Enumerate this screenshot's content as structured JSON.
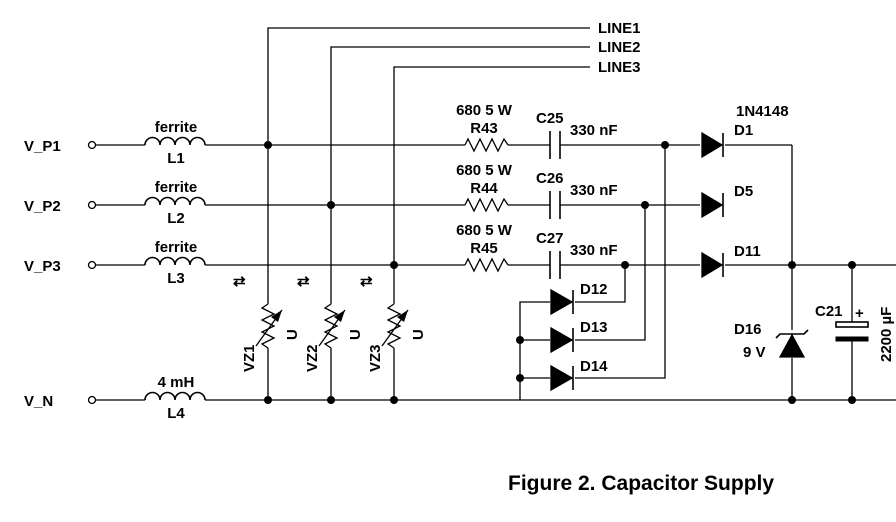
{
  "caption": "Figure 2. Capacitor Supply",
  "inputs": {
    "p1": "V_P1",
    "p2": "V_P2",
    "p3": "V_P3",
    "n": "V_N"
  },
  "lines": [
    "LINE1",
    "LINE2",
    "LINE3"
  ],
  "inductors": [
    {
      "ref": "L1",
      "value": "ferrite"
    },
    {
      "ref": "L2",
      "value": "ferrite"
    },
    {
      "ref": "L3",
      "value": "ferrite"
    },
    {
      "ref": "L4",
      "value": "4 mH"
    }
  ],
  "varistors": [
    {
      "ref": "VZ1",
      "symbol": "U"
    },
    {
      "ref": "VZ2",
      "symbol": "U"
    },
    {
      "ref": "VZ3",
      "symbol": "U"
    }
  ],
  "resistors": [
    {
      "ref": "R43",
      "value": "680 5 W"
    },
    {
      "ref": "R44",
      "value": "680 5 W"
    },
    {
      "ref": "R45",
      "value": "680 5 W"
    }
  ],
  "capacitors": [
    {
      "ref": "C25",
      "value": "330 nF"
    },
    {
      "ref": "C26",
      "value": "330 nF"
    },
    {
      "ref": "C27",
      "value": "330 nF"
    }
  ],
  "diodes": {
    "d1_part": "1N4148",
    "d1": "D1",
    "d5": "D5",
    "d11": "D11",
    "d12": "D12",
    "d13": "D13",
    "d14": "D14"
  },
  "zener": {
    "ref": "D16",
    "value": "9 V"
  },
  "electrolytic": {
    "ref": "C21",
    "value": "2200 µF",
    "polarity": "+"
  },
  "arrow_glyph": "⇄"
}
